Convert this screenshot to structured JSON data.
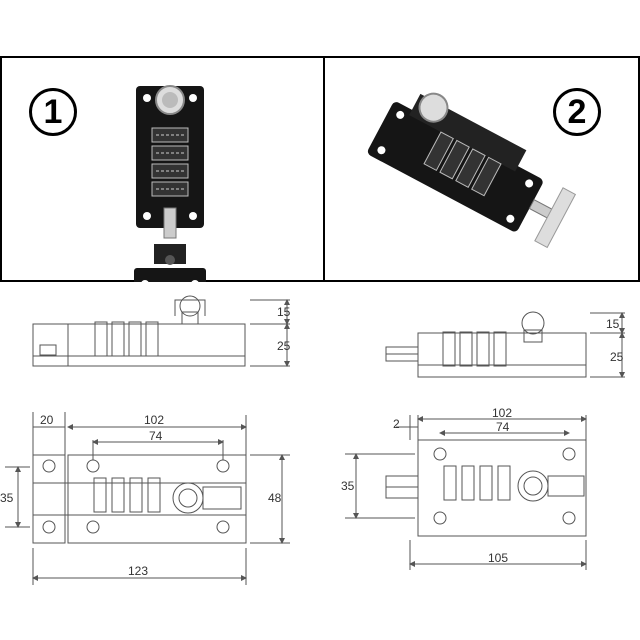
{
  "panels": [
    {
      "id": "1",
      "label": "1"
    },
    {
      "id": "2",
      "label": "2"
    }
  ],
  "dimensions": {
    "left_side": {
      "knob_height": "15",
      "body_height": "25"
    },
    "right_side": {
      "knob_height": "15",
      "body_height": "25"
    },
    "left_top": {
      "total_width": "102",
      "hole_spacing": "74",
      "plate_width": "20",
      "height": "48",
      "inner_height": "35",
      "overall_length": "123"
    },
    "right_top": {
      "offset": "2",
      "total_width": "102",
      "hole_spacing": "74",
      "inner_height": "35",
      "overall_length": "105"
    }
  }
}
